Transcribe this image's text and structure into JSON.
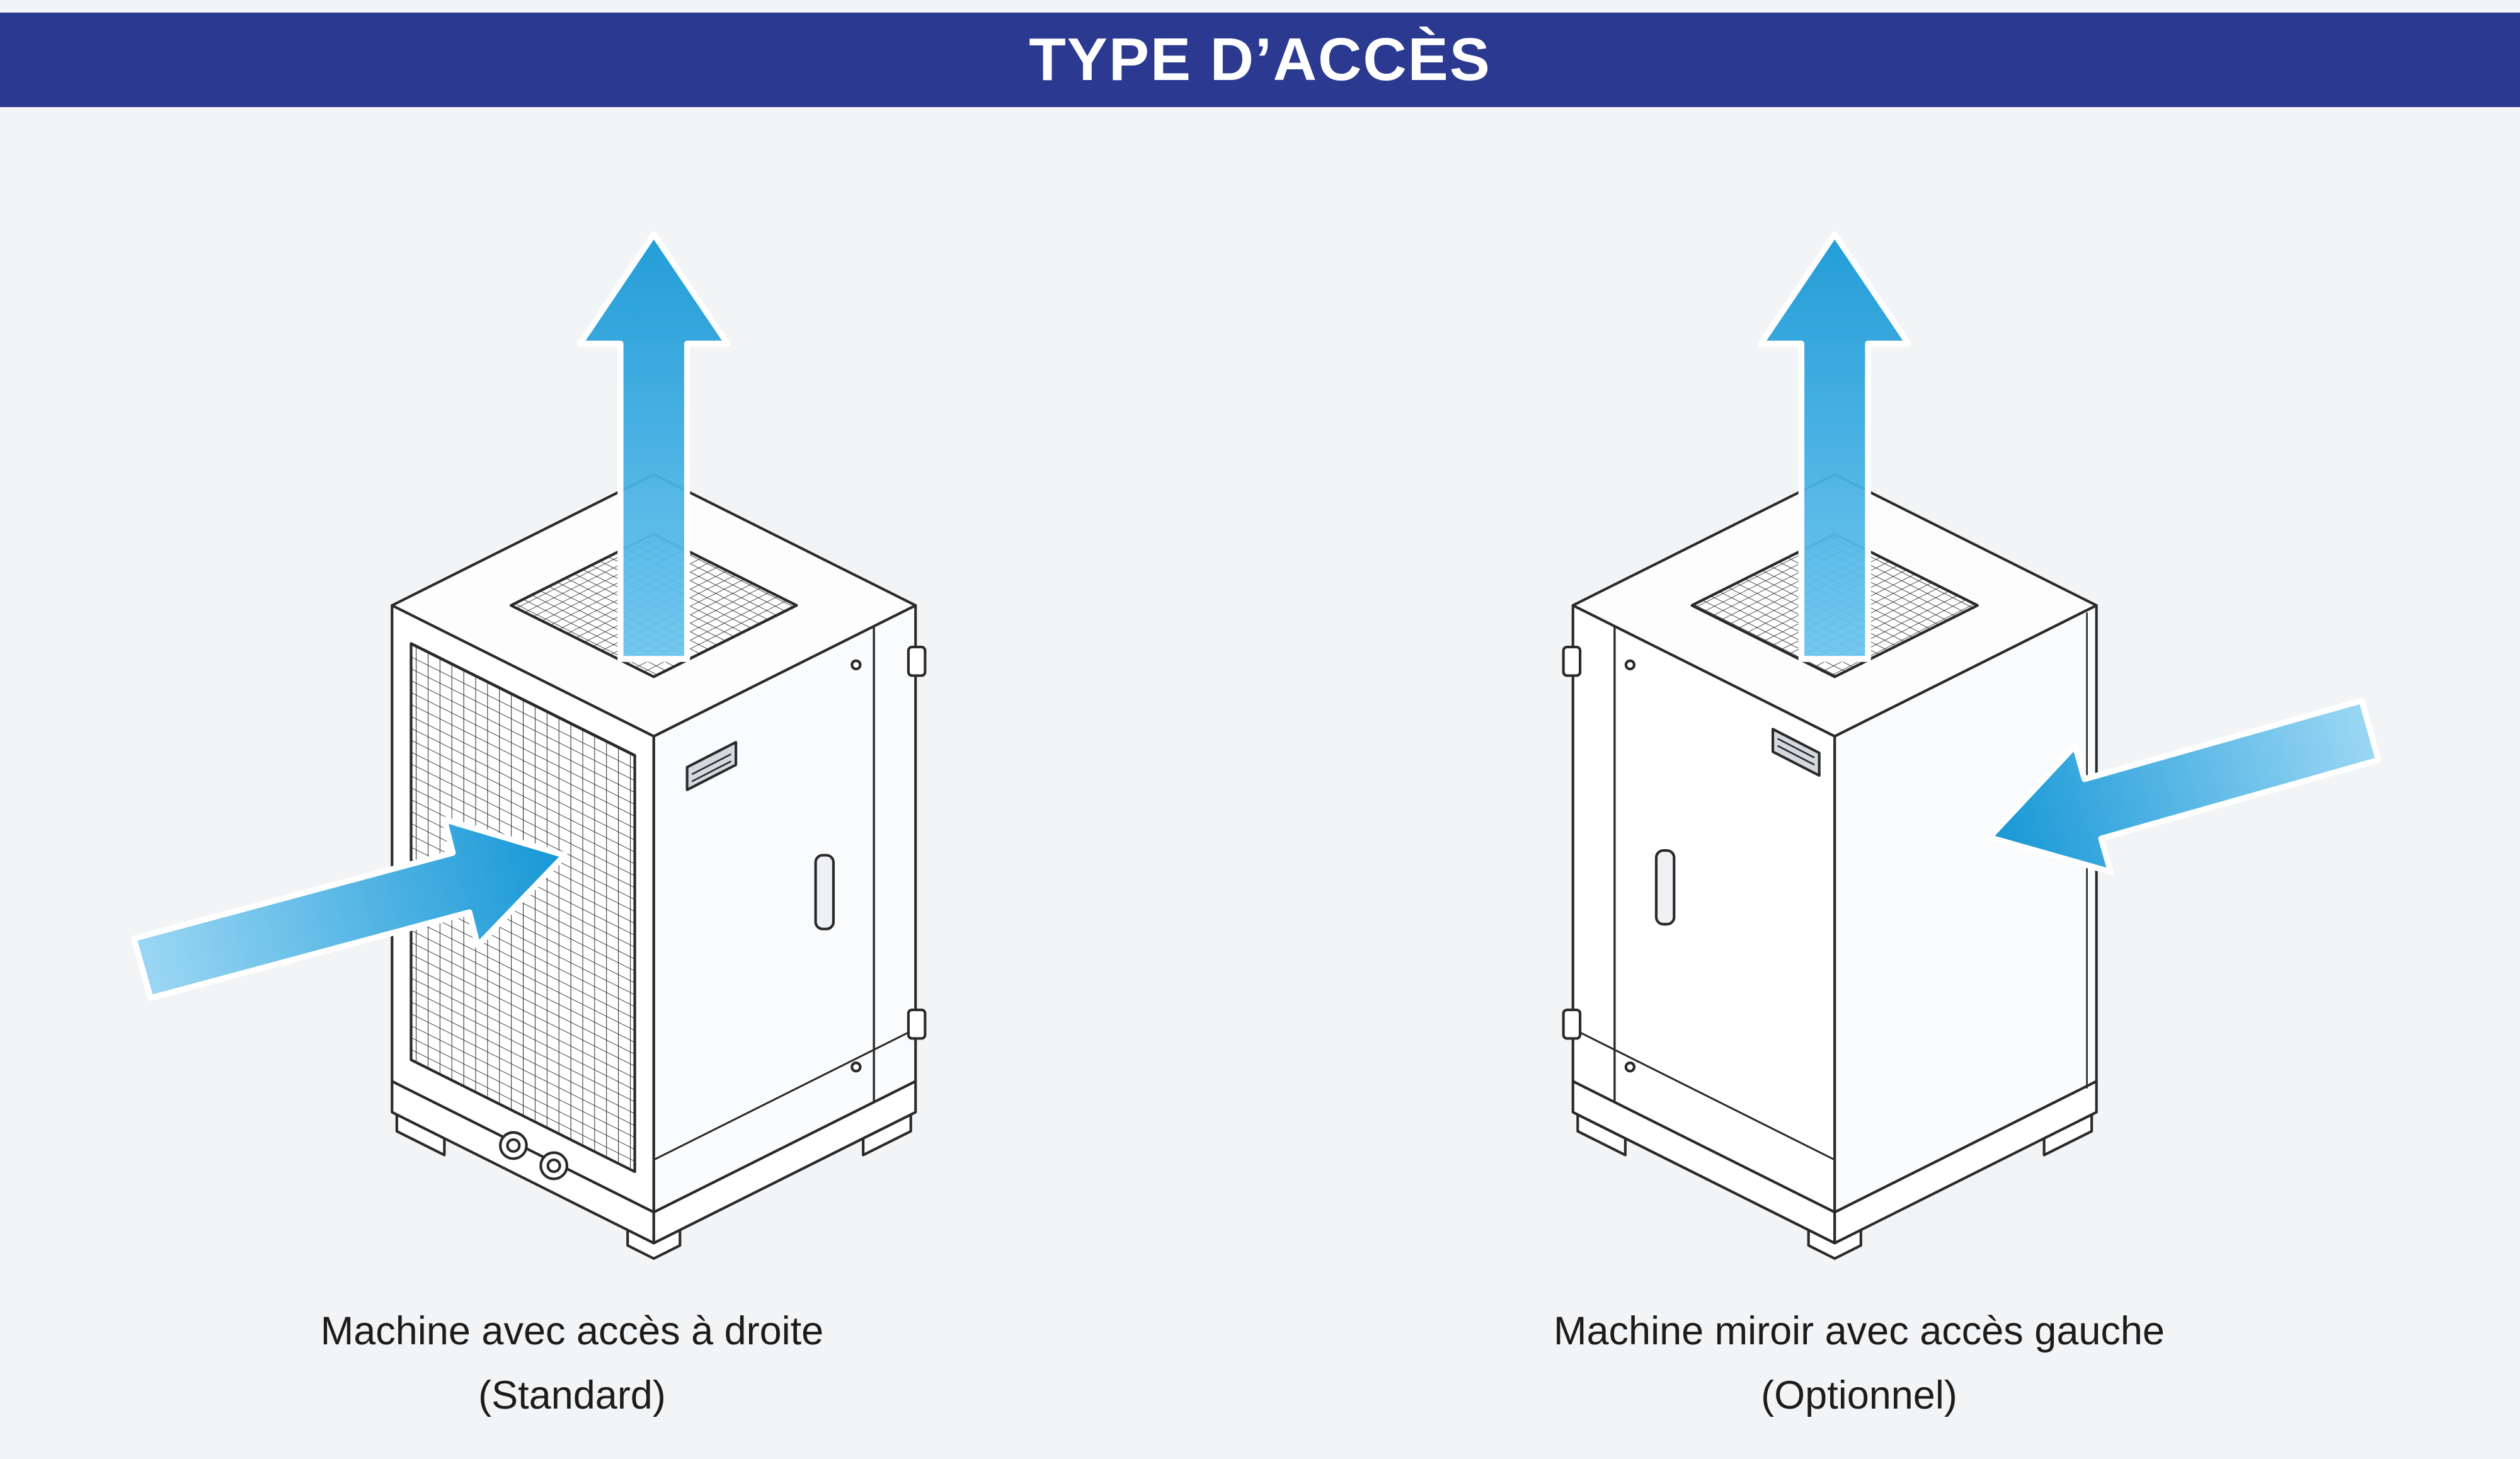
{
  "header": {
    "title": "TYPE D’ACCÈS"
  },
  "figures": [
    {
      "id": "right-access",
      "caption": "Machine avec accès à droite",
      "variant": "(Standard)",
      "airflow": [
        "air-out-top-arrow",
        "air-in-side-arrow"
      ]
    },
    {
      "id": "left-access-mirror",
      "caption": "Machine miroir avec accès gauche",
      "variant": "(Optionnel)",
      "airflow": [
        "air-out-top-arrow",
        "air-in-side-arrow"
      ]
    }
  ],
  "colors": {
    "header_bg": "#2b3990",
    "header_text": "#ffffff",
    "arrow_blue": "#29a9e1",
    "line": "#2a2a2a",
    "page_bg": "#f3f4f6"
  },
  "icons": [
    "airflow-out-arrow",
    "airflow-in-arrow",
    "top-fan-grille",
    "side-coil-grille"
  ]
}
